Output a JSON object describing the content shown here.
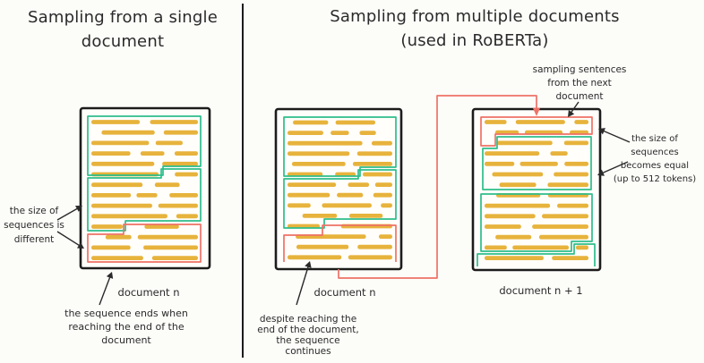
{
  "left_panel": {
    "title_lines": [
      "Sampling from a single",
      "document"
    ],
    "size_note_lines": [
      "the size of",
      "sequences is",
      "different"
    ],
    "document_label": "document n",
    "end_note_lines": [
      "the sequence ends when",
      "reaching the end of the",
      "document"
    ]
  },
  "right_panel": {
    "title_lines": [
      "Sampling from multiple documents",
      "(used in RoBERTa)"
    ],
    "continue_note_lines": [
      "despite reaching the",
      "end of the document,",
      "the sequence",
      "continues"
    ],
    "doc_n_label": "document n",
    "doc_n_plus_1_label": "document n + 1",
    "sampling_note_lines": [
      "sampling sentences",
      "from the next",
      "document"
    ],
    "equal_note_lines": [
      "the size of",
      "sequences",
      "becomes equal",
      "(up to 512 tokens)"
    ]
  },
  "documents": [
    {
      "id": "doc-n-left",
      "label": "document n",
      "sequences": [
        "green",
        "green",
        "red"
      ],
      "last_sequence_closed": true
    },
    {
      "id": "doc-n-right",
      "label": "document n",
      "sequences": [
        "green",
        "green",
        "red"
      ],
      "last_sequence_closed": false
    },
    {
      "id": "doc-n-plus-1",
      "label": "document n + 1",
      "sequences": [
        "red",
        "green",
        "green",
        "green"
      ],
      "last_sequence_closed": false
    }
  ],
  "colors": {
    "text_line_yellow": "#E7B33C",
    "sequence_green": "#2EBD8B",
    "sequence_red": "#EE7266",
    "ink": "#1c1c1c"
  }
}
